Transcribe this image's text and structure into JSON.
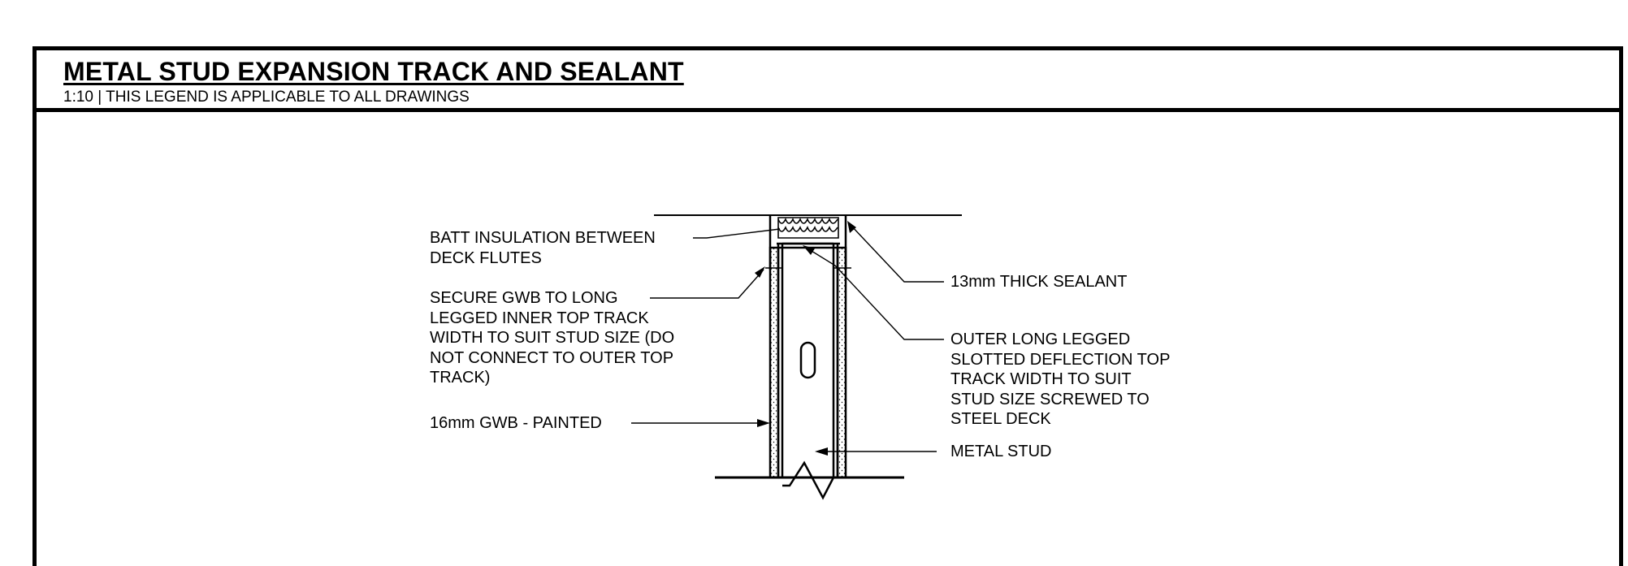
{
  "header": {
    "title": "METAL STUD EXPANSION TRACK AND SEALANT",
    "subtitle": "1:10 | THIS LEGEND IS APPLICABLE TO ALL DRAWINGS"
  },
  "callouts": {
    "batt_insulation": [
      "BATT INSULATION BETWEEN",
      "DECK FLUTES"
    ],
    "secure_gwb": [
      "SECURE GWB TO LONG",
      "LEGGED INNER TOP TRACK",
      "WIDTH TO SUIT STUD SIZE (DO",
      "NOT CONNECT TO OUTER TOP",
      "TRACK)"
    ],
    "gwb_painted": [
      "16mm GWB - PAINTED"
    ],
    "sealant": [
      "13mm THICK SEALANT"
    ],
    "outer_track": [
      "OUTER LONG LEGGED",
      "SLOTTED DEFLECTION TOP",
      "TRACK WIDTH TO SUIT",
      "STUD SIZE SCREWED TO",
      "STEEL DECK"
    ],
    "metal_stud": [
      "METAL STUD"
    ]
  }
}
